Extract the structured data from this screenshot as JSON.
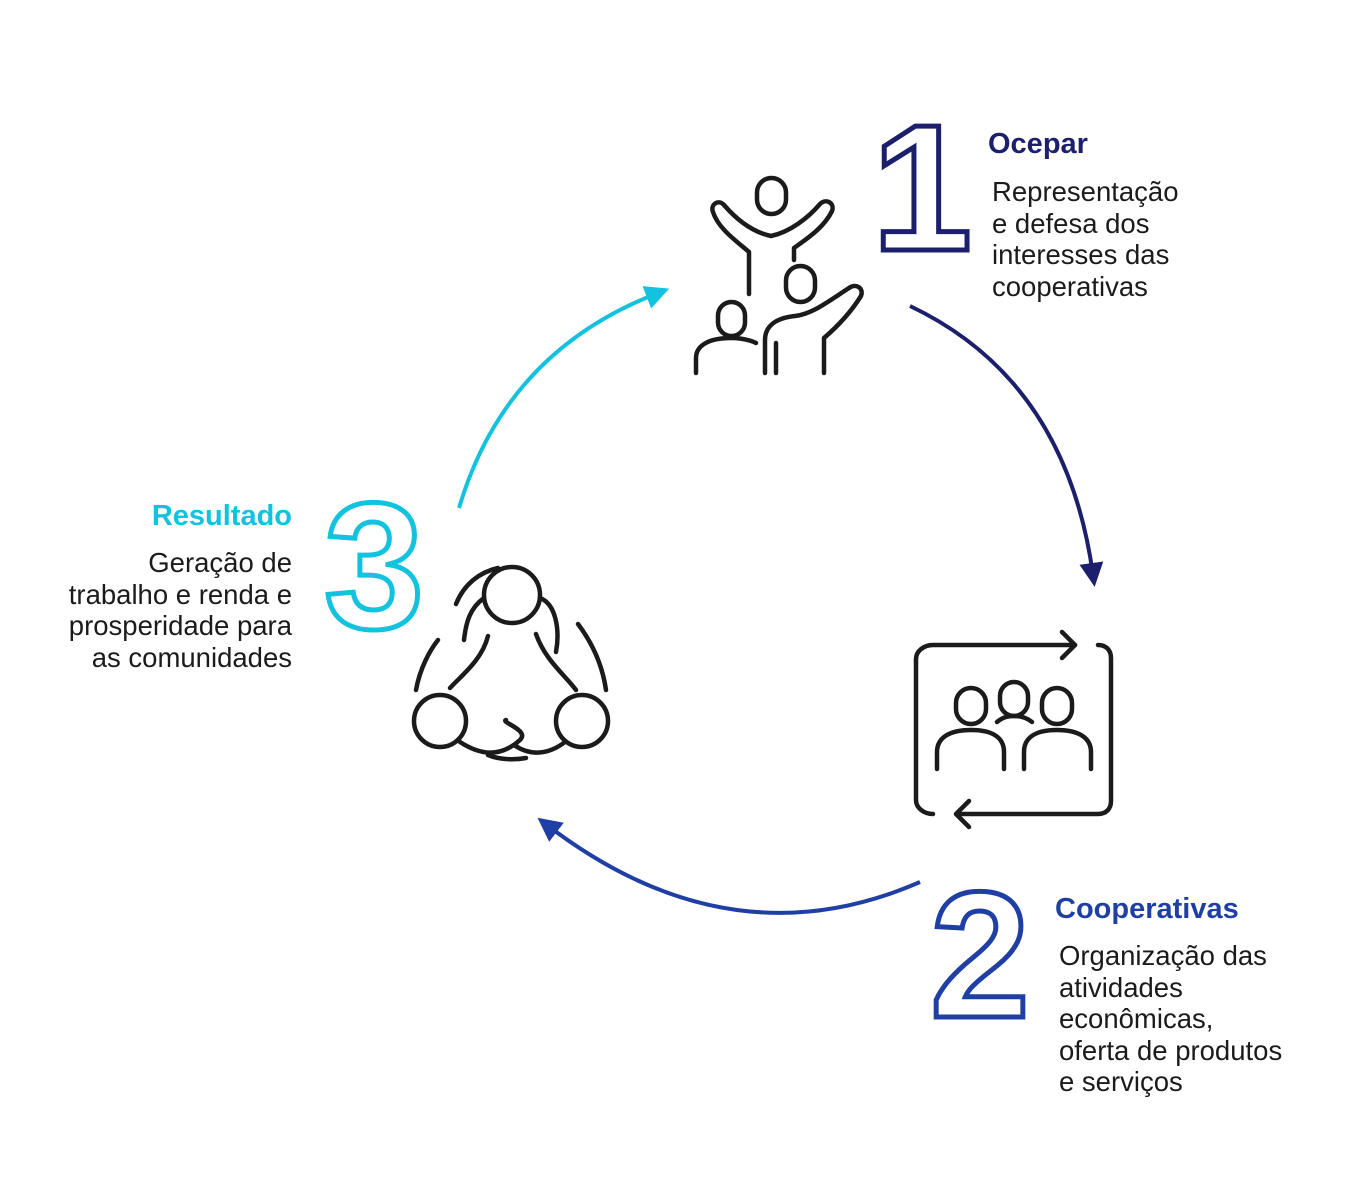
{
  "colors": {
    "navy": "#1c1f6b",
    "blue": "#1f3fa5",
    "cyan": "#12c2df",
    "icon": "#1b1b1b"
  },
  "steps": [
    {
      "number": "1",
      "title": "Ocepar",
      "description_lines": [
        "Representação",
        "e defesa dos",
        "interesses das",
        "cooperativas"
      ],
      "icon": "celebrating-people-icon",
      "color": "#1c1f6b"
    },
    {
      "number": "2",
      "title": "Cooperativas",
      "description_lines": [
        "Organização das",
        "atividades",
        "econômicas,",
        "oferta de produtos",
        "e serviços"
      ],
      "icon": "group-cycle-icon",
      "color": "#1f3fa5"
    },
    {
      "number": "3",
      "title": "Resultado",
      "description_lines": [
        "Geração de",
        "trabalho e renda e",
        "prosperidade para",
        "as comunidades"
      ],
      "icon": "people-circle-embrace-icon",
      "color": "#12c2df"
    }
  ]
}
